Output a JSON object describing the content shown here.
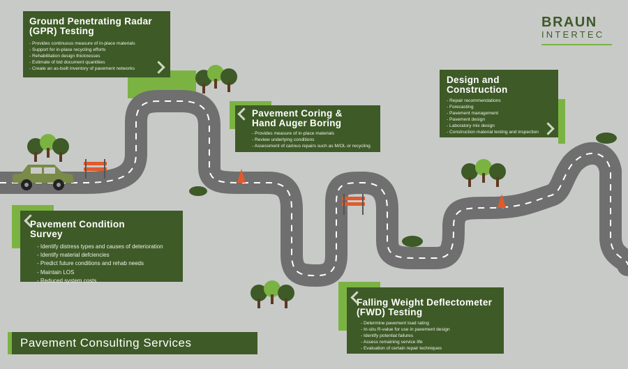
{
  "logo": {
    "line1": "BRAUN",
    "line2": "INTERTEC"
  },
  "title": "Pavement Consulting Services",
  "cards": {
    "gpr": {
      "title_l1": "Ground Penetrating Radar",
      "title_l2": "(GPR) Testing",
      "items": [
        "Provides continuous measure of in-place materials",
        "Support for in-place recycling efforts",
        "Rehabilitation design thicknesses",
        "Estimate of bid document quantities",
        "Create an as-built inventory of pavement networks"
      ]
    },
    "coring": {
      "title_l1": "Pavement Coring &",
      "title_l2": "Hand Auger Boring",
      "items": [
        "Provides measure of in-place materials",
        "Review underlying conditions",
        "Assessment of carious repairs such as M/OL or recycling"
      ]
    },
    "design": {
      "title_l1": "Design and",
      "title_l2": "Construction",
      "items": [
        "Repair recommendations",
        "Forecasting",
        "Pavement management",
        "Pavement design",
        "Laboratory mix design",
        "Construction material testing and inspection"
      ]
    },
    "condition": {
      "title_l1": "Pavement Condition",
      "title_l2": "Survey",
      "items": [
        "Identify distress types and causes of deterioration",
        "Identify material defciencies",
        "Predict future conditions and rehab needs",
        "Maintain LOS",
        "Reduced system costs"
      ]
    },
    "fwd": {
      "title_l1": "Falling Weight Deflectometer",
      "title_l2": "(FWD) Testing",
      "items": [
        "Determine pavement load rating",
        "In-situ R-value for use in pavement design",
        "Identify potential failures",
        "Assess remaining service life",
        "Evaluation of certain repair techniques"
      ]
    }
  },
  "colors": {
    "card": "#3e5a27",
    "accent": "#7bb342",
    "road": "#707070",
    "background": "#c8cac8"
  }
}
